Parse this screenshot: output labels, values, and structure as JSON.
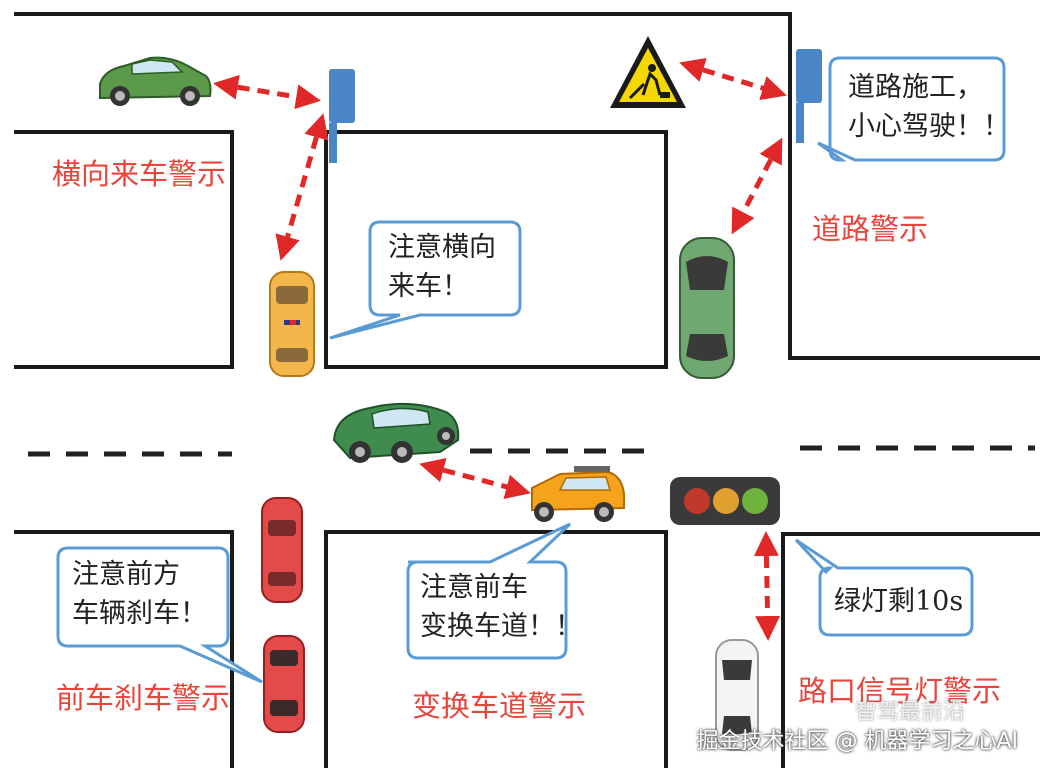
{
  "labels": {
    "cross_traffic_warning": "横向来车警示",
    "road_warning": "道路警示",
    "front_brake_warning": "前车刹车警示",
    "lane_change_warning": "变换车道警示",
    "traffic_light_warning": "路口信号灯警示"
  },
  "bubbles": {
    "construction": {
      "line1": "道路施工，",
      "line2": "小心驾驶！！"
    },
    "cross_traffic": {
      "line1": "注意横向",
      "line2": "来车！"
    },
    "front_brake": {
      "line1": "注意前方",
      "line2": "车辆刹车！"
    },
    "lane_change": {
      "line1": "注意前车",
      "line2": "变换车道！！"
    },
    "green_light": {
      "line1": "绿灯剩10s"
    }
  },
  "watermark": {
    "text": "掘金技术社区 @ 机器学习之心AI",
    "brand": "智驾最前沿"
  },
  "colors": {
    "label": "#e8453c",
    "arrow": "#e02828",
    "road_line": "#1a1a1a",
    "bubble_border": "#5b9bd5",
    "rsu": "#4a86c5",
    "sign_yellow": "#f5d800"
  },
  "icons": {
    "construction_sign": "road-work-sign-icon",
    "rsu": "roadside-unit-icon",
    "traffic_light": "traffic-light-icon"
  }
}
